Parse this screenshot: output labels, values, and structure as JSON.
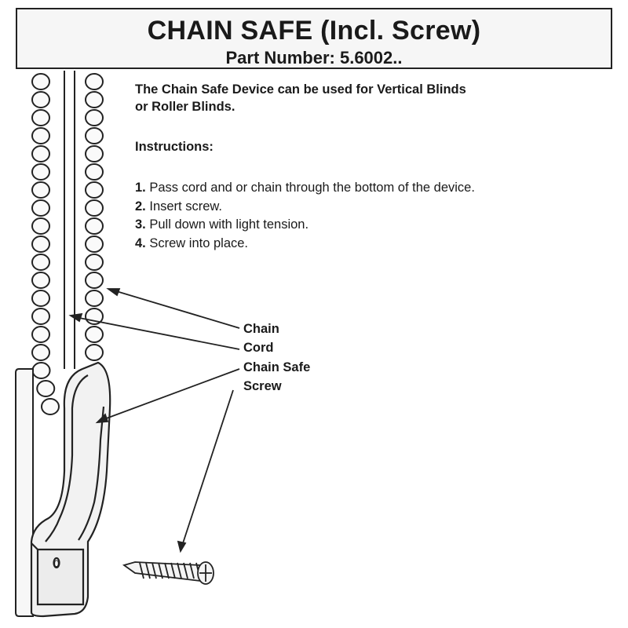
{
  "header": {
    "title": "CHAIN SAFE (Incl. Screw)",
    "part_number": "Part Number: 5.6002.."
  },
  "intro": {
    "line1": "The Chain Safe Device can be used for Vertical Blinds",
    "line2": "or Roller Blinds."
  },
  "instructions": {
    "heading": "Instructions:",
    "steps": [
      {
        "num": "1.",
        "text": "Pass cord and or chain through the bottom of the device."
      },
      {
        "num": "2.",
        "text": "Insert screw."
      },
      {
        "num": "3.",
        "text": "Pull down with light tension."
      },
      {
        "num": "4.",
        "text": "Screw into place."
      }
    ]
  },
  "callouts": {
    "chain": "Chain",
    "cord": "Cord",
    "chain_safe": "Chain Safe",
    "screw": "Screw"
  },
  "diagram": {
    "slot_label": "0",
    "line_color": "#222222",
    "fill_color": "#f2f2f2"
  }
}
